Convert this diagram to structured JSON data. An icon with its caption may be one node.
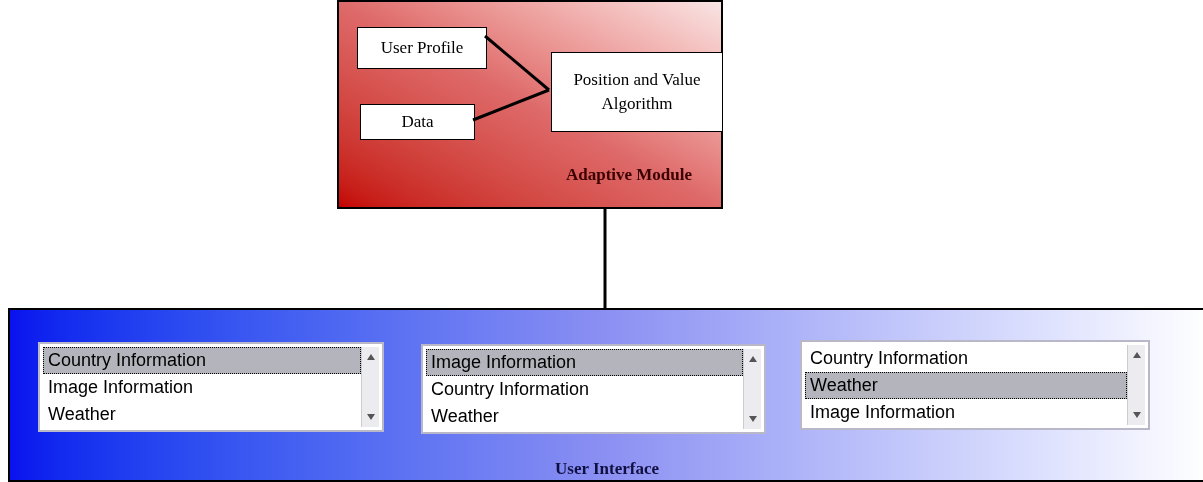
{
  "diagram": {
    "nodes": [
      {
        "text": [
          "Adaptive Module"
        ]
      },
      {
        "text": [
          "User Profile"
        ],
        "in": 0
      },
      {
        "text": [
          "Data"
        ],
        "in": 0
      },
      {
        "text": [
          "Position and Value Algorithm"
        ],
        "in": 0
      },
      {
        "text": [
          "User Interface"
        ]
      },
      {
        "text": [
          "Country Information",
          "Image Information",
          "Weather"
        ],
        "in": 4
      },
      {
        "text": [
          "Image Information",
          "Country Information",
          "Weather"
        ],
        "in": 4
      },
      {
        "text": [
          "Country Information",
          "Weather",
          "Image Information"
        ],
        "in": 4
      }
    ],
    "edges": [
      {
        "from": 1,
        "to": 3,
        "arrow": "none"
      },
      {
        "from": 2,
        "to": 3,
        "arrow": "none"
      },
      {
        "from": 0,
        "to": 4,
        "arrow": "none"
      }
    ]
  }
}
